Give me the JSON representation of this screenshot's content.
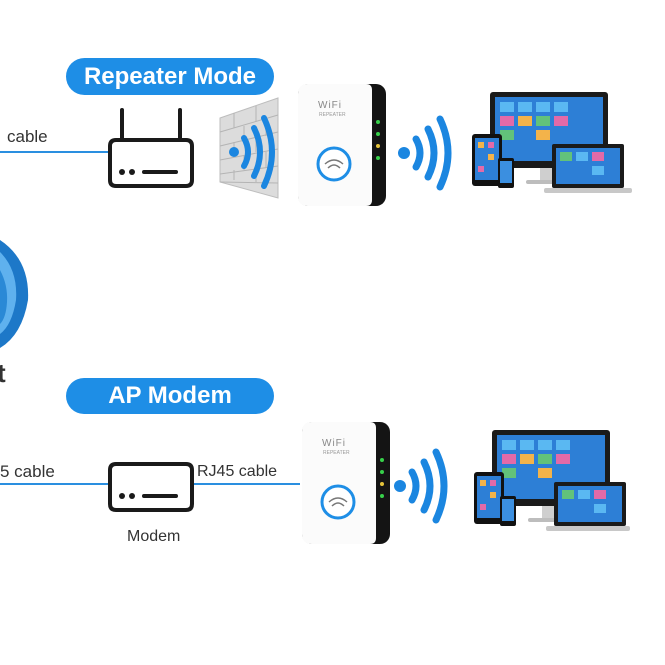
{
  "repeater": {
    "title": "Repeater Mode",
    "left_cable_label": "cable"
  },
  "ap": {
    "title": "AP Modem",
    "left_cable_label": "5 cable",
    "right_cable_label": "RJ45 cable",
    "modem_label": "Modem"
  },
  "left_fragment_letter": "t",
  "device": {
    "brand": "WiFi",
    "sub": "REPEATER"
  },
  "colors": {
    "accent": "#1e8ee6",
    "device_black": "#141414",
    "wave_blue": "#1b86e0"
  }
}
